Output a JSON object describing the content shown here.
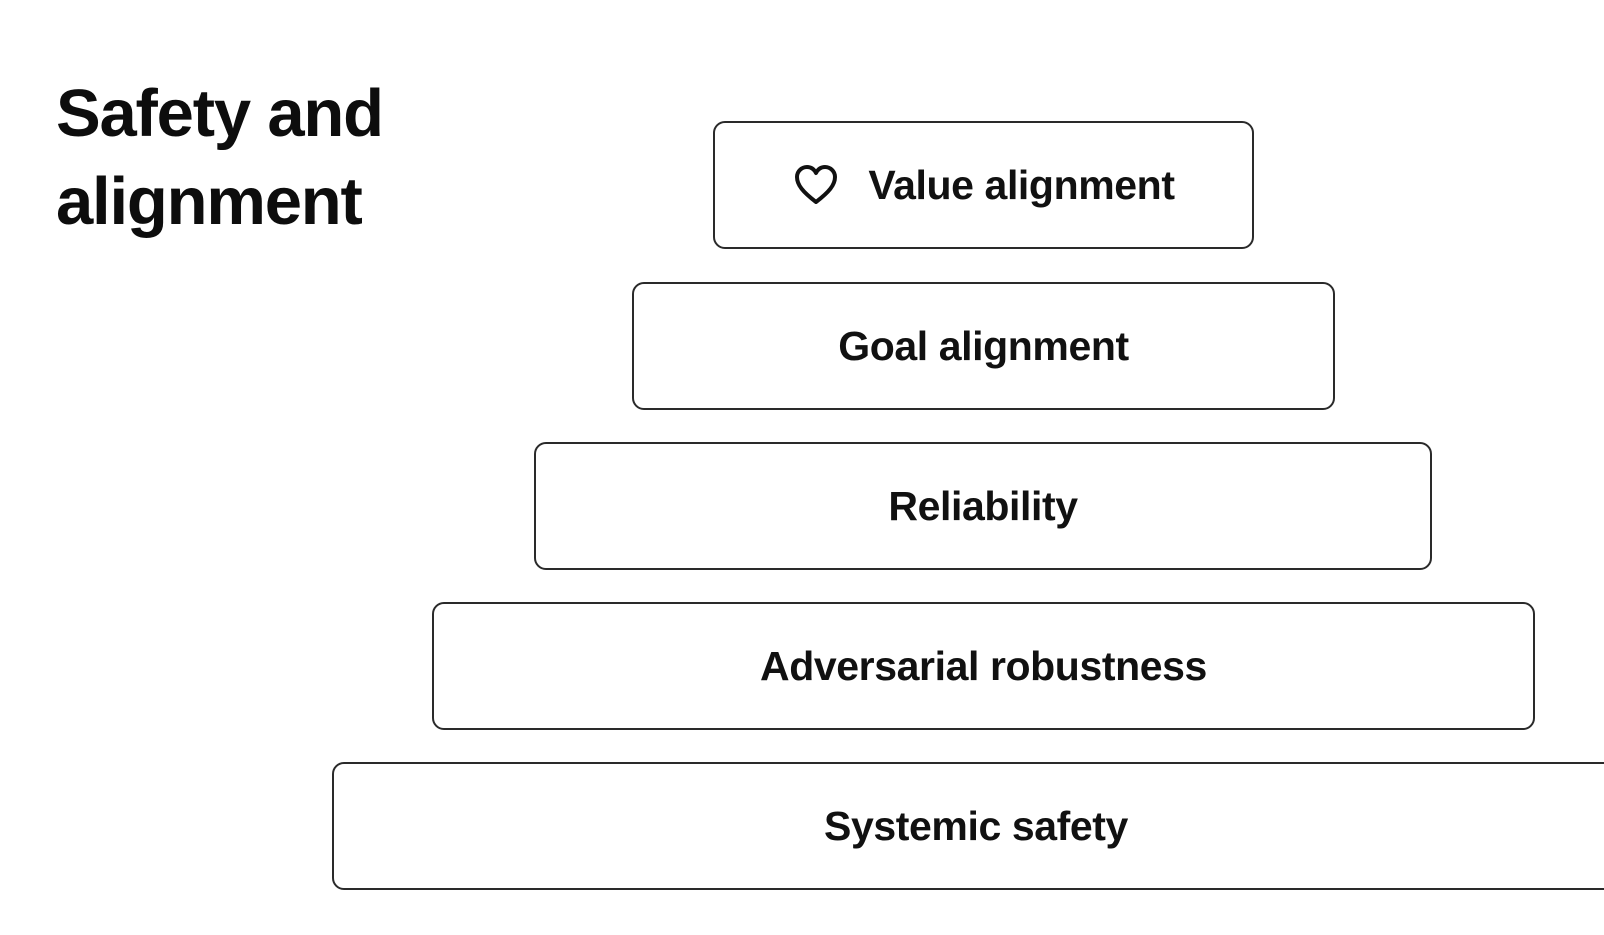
{
  "title_line1": "Safety and",
  "title_line2": "alignment",
  "layers": [
    {
      "label": "Value alignment",
      "icon": "heart-icon"
    },
    {
      "label": "Goal alignment"
    },
    {
      "label": "Reliability"
    },
    {
      "label": "Adversarial robustness"
    },
    {
      "label": "Systemic safety"
    }
  ],
  "colors": {
    "text": "#111111",
    "border": "#2a2a2a",
    "background": "#ffffff"
  }
}
